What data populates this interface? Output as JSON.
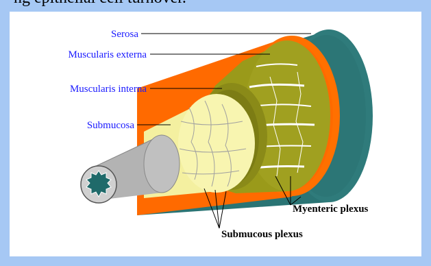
{
  "top_caption": "ng epithelial cell turnover.",
  "labels": {
    "serosa": "Serosa",
    "muscularis_externa": "Muscularis externa",
    "muscularis_interna": "Muscularis interna",
    "submucosa": "Submucosa",
    "myenteric_plexus": "Myenteric plexus",
    "submucous_plexus": "Submucous plexus"
  },
  "colors": {
    "background": "#a6c8f4",
    "label_blue": "#1a1aff",
    "serosa": "#2a7474",
    "muscularis_externa": "#ff6a00",
    "muscularis_interna": "#9a9a1a",
    "submucosa": "#f4f0a0",
    "mucosa": "#b0b0b0",
    "lumen": "#1f6a6a"
  }
}
